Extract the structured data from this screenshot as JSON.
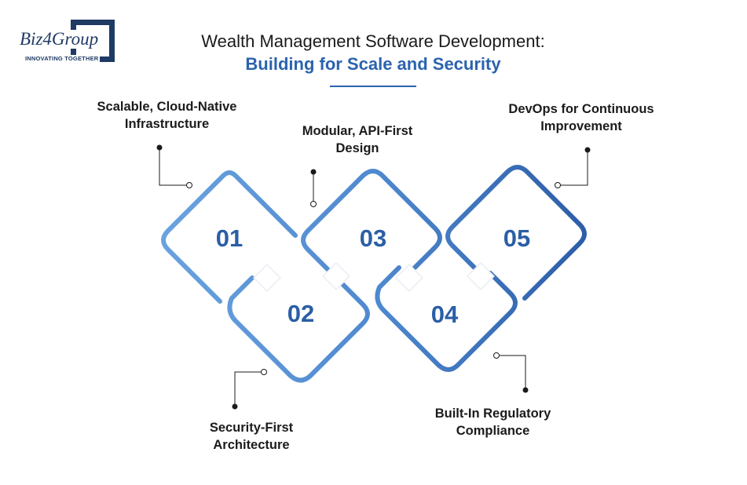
{
  "logo": {
    "wordmark": "Biz4Group",
    "tagline": "INNOVATING TOGETHER"
  },
  "title": {
    "line1": "Wealth Management Software Development:",
    "line2": "Building for Scale and Security"
  },
  "steps": [
    {
      "number": "01",
      "label": "Scalable, Cloud-Native\nInfrastructure"
    },
    {
      "number": "02",
      "label": "Security-First\nArchitecture"
    },
    {
      "number": "03",
      "label": "Modular, API-First\nDesign"
    },
    {
      "number": "04",
      "label": "Built-In Regulatory\nCompliance"
    },
    {
      "number": "05",
      "label": "DevOps for Continuous\nImprovement"
    }
  ],
  "colors": {
    "accent": "#2b63ae",
    "navy": "#1f3a64",
    "diamond_light": "#6aa3df",
    "diamond_mid": "#4f89cf",
    "diamond_dark": "#2c5da7"
  }
}
